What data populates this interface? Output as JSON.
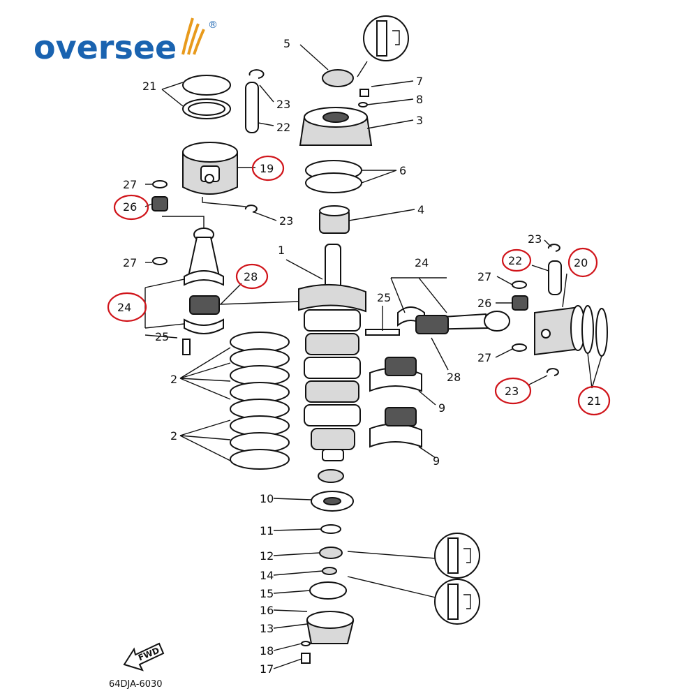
{
  "brand": {
    "name": "oversee",
    "registered_mark": "®",
    "accent_color": "#1a63b0",
    "highlight_color": "#d0141a"
  },
  "diagram": {
    "code": "64DJA-6030",
    "fwd_label": "FWD",
    "callouts": {
      "c1": "1",
      "c2a": "2",
      "c2b": "2",
      "c3": "3",
      "c4": "4",
      "c5": "5",
      "c6": "6",
      "c7": "7",
      "c8": "8",
      "c9a": "9",
      "c9b": "9",
      "c10": "10",
      "c11": "11",
      "c12": "12",
      "c13": "13",
      "c14": "14",
      "c15": "15",
      "c16": "16",
      "c17": "17",
      "c18": "18",
      "c19": "19",
      "c20": "20",
      "c21a": "21",
      "c21b": "21",
      "c22a": "22",
      "c22b": "22",
      "c23a": "23",
      "c23b": "23",
      "c23c": "23",
      "c23d": "23",
      "c24a": "24",
      "c24b": "24",
      "c25a": "25",
      "c25b": "25",
      "c26a": "26",
      "c26b": "26",
      "c27a": "27",
      "c27b": "27",
      "c27c": "27",
      "c27d": "27",
      "c28a": "28",
      "c28b": "28"
    }
  }
}
